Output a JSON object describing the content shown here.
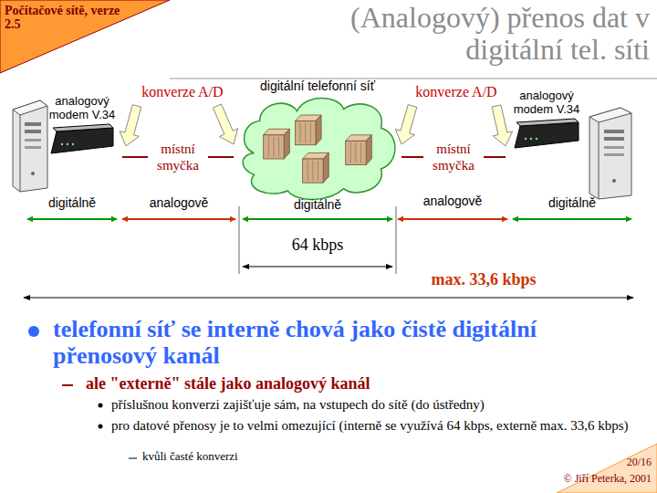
{
  "diagram": {
    "title": "(Analogový) přenos dat v digitální tel. síti",
    "nodes": [
      {
        "text": [
          "analogový modem V.34"
        ]
      },
      {
        "text": [
          "digitální telefonní síť"
        ]
      },
      {
        "text": [
          "analogový modem V.34"
        ]
      }
    ],
    "edges": [
      {
        "from": 0,
        "to": 1,
        "arrow": "none",
        "label": "místní smyčka"
      },
      {
        "from": 1,
        "to": 2,
        "arrow": "none",
        "label": "místní smyčka"
      }
    ],
    "labels": [
      "Počítačové sítě, verze 2.5",
      "konverze A/D",
      "konverze A/D",
      "digitálně",
      "analogově",
      "digitálně",
      "analogově",
      "digitálně",
      "64 kbps",
      "max. 33,6 kbps",
      "telefonní síť se interně chová jako čistě digitální přenosový kanál",
      "ale \"externě\" stále jako analogový kanál",
      "příslušnou konverzi zajišťuje sám, na vstupech do sítě (do ústředny)",
      "pro datové přenosy je to velmi omezující (interně se využívá 64 kbps, externě max. 33,6 kbps)",
      "kvůli časté konverzi",
      "20/16",
      "© Jiří Peterka, 2001"
    ]
  }
}
